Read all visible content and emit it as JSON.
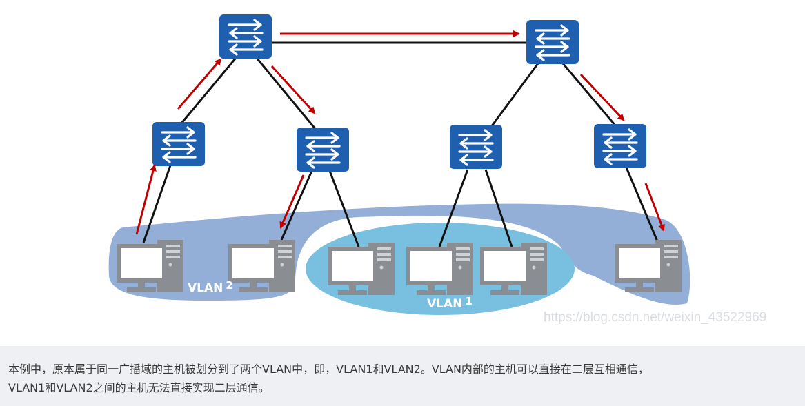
{
  "vlan_labels": {
    "vlan2": {
      "name": "VLAN",
      "num": "2"
    },
    "vlan1": {
      "name": "VLAN",
      "num": "1"
    }
  },
  "watermark": "https://blog.csdn.net/weixin_43522969",
  "caption": {
    "line1": "本例中，原本属于同一广播域的主机被划分到了两个VLAN中，即，VLAN1和VLAN2。VLAN内部的主机可以直接在二层互相通信，",
    "line2": "VLAN1和VLAN2之间的主机无法直接实现二层通信。"
  },
  "colors": {
    "switch_fill": "#1f5fb0",
    "vlan2_region": "#93afd8",
    "vlan1_region": "#78bfe0",
    "arrow": "#c00000",
    "link": "#111111",
    "pc_gray": "#8a8d92"
  }
}
